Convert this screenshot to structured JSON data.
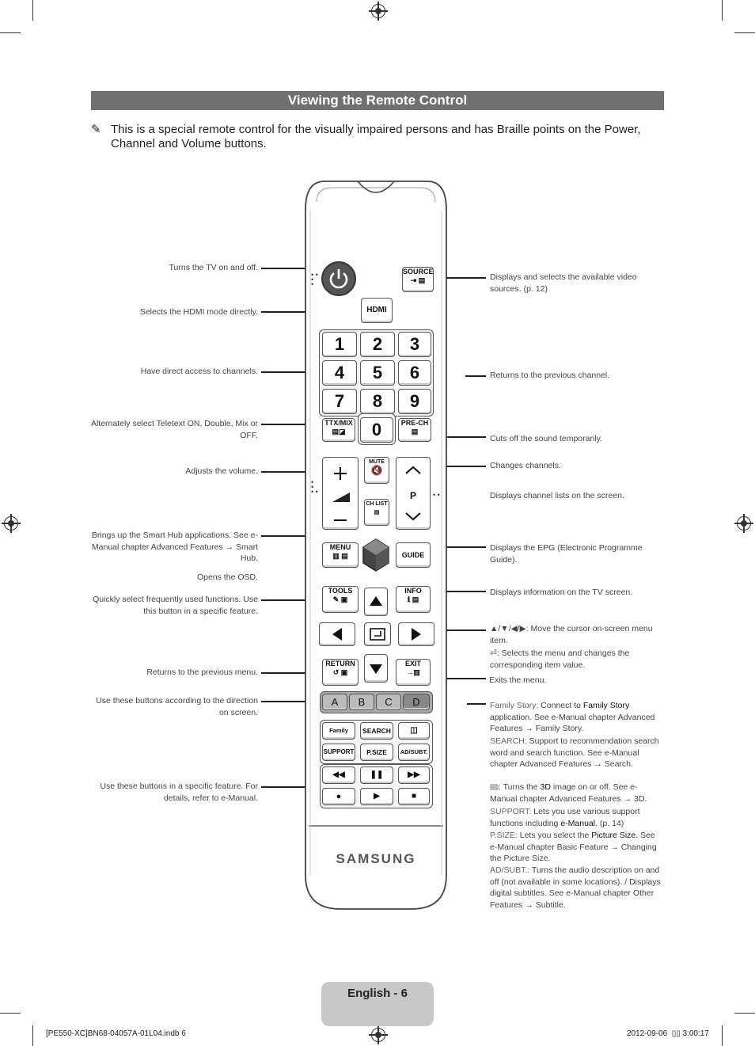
{
  "section_title": "Viewing the Remote Control",
  "note": "This is a special remote control for the visually impaired persons and has Braille points on the Power, Channel and Volume buttons.",
  "left_labels": [
    {
      "key": "power",
      "text": "Turns the TV on and off."
    },
    {
      "key": "hdmi",
      "text": "Selects the HDMI mode directly."
    },
    {
      "key": "numbers",
      "text": "Have direct access to channels."
    },
    {
      "key": "ttx",
      "text": "Alternately select Teletext ON, Double, Mix or OFF."
    },
    {
      "key": "volume",
      "text": "Adjusts the volume."
    },
    {
      "key": "smarthub",
      "text": "Brings up the Smart Hub applications. See e-Manual chapter Advanced Features → Smart Hub."
    },
    {
      "key": "menu",
      "text": "Opens the OSD."
    },
    {
      "key": "tools",
      "text": "Quickly select frequently used functions. Use this button in a specific feature."
    },
    {
      "key": "return",
      "text": "Returns to the previous menu."
    },
    {
      "key": "colour",
      "text": "Use these buttons according to the direction on screen."
    },
    {
      "key": "media",
      "text": "Use these buttons in a specific feature. For details, refer to e-Manual."
    }
  ],
  "right_labels": {
    "source": "Displays and selects the available video sources. (p. 12)",
    "prech": "Returns to the previous channel.",
    "mute": "Cuts off the sound temporarily.",
    "channel": "Changes channels.",
    "chlist": "Displays channel lists on the screen.",
    "guide": "Displays the EPG (Electronic Programme Guide).",
    "info": "Displays information on the TV screen.",
    "cursor": "▲/▼/◀/▶: Move the cursor on-screen menu item.",
    "enter": ": Selects the menu and changes the corresponding item value.",
    "exit": "Exits the menu.",
    "family_1": "Family Story:",
    "family_2": " Connect to ",
    "family_3": "Family Story",
    "family_4": " application. See e-Manual chapter Advanced Features → Family Story.",
    "search_1": "SEARCH:",
    "search_2": " Support to recommendation search word and search function. See e-Manual chapter Advanced Features → Search.",
    "3d_1": ": Turns the ",
    "3d_2": "3D",
    "3d_3": " image on or off. See e-Manual chapter Advanced Features → 3D.",
    "support_1": "SUPPORT:",
    "support_2": " Lets you use various support functions including ",
    "support_3": "e-Manual",
    "support_4": ". (p. 14)",
    "psize_1": "P.SIZE:",
    "psize_2": " Lets you select the ",
    "psize_3": "Picture Size",
    "psize_4": ". See e-Manual chapter Basic Feature → Changing the Picture Size.",
    "adsubt_1": "AD/SUBT.:",
    "adsubt_2": " Turns the audio description on and off (not available in some locations). / Displays digital subtitles. See e-Manual chapter Other Features → Subtitle."
  },
  "remote": {
    "source": "SOURCE",
    "hdmi": "HDMI",
    "numbers": [
      "1",
      "2",
      "3",
      "4",
      "5",
      "6",
      "7",
      "8",
      "9"
    ],
    "zero": "0",
    "ttx": "TTX/MIX",
    "prech": "PRE-CH",
    "mute": "MUTE",
    "chlist": "CH LIST",
    "p": "P",
    "menu": "MENU",
    "guide": "GUIDE",
    "tools": "TOOLS",
    "info": "INFO",
    "return": "RETURN",
    "exit": "EXIT",
    "colors": [
      "A",
      "B",
      "C",
      "D"
    ],
    "family": "Family Story",
    "search": "SEARCH",
    "support": "SUPPORT",
    "psize": "P.SIZE",
    "adsubt": "AD/SUBT.",
    "brand": "SAMSUNG"
  },
  "colors": {
    "accent_gray": "#707070",
    "key_a": "#c0392b",
    "key_b": "#27ae60",
    "key_c": "#f1c40f",
    "key_d": "#2e6fb7"
  },
  "footer": {
    "page": "English - 6",
    "file": "[PE550-XC]BN68-04057A-01L04.indb   6",
    "date": "2012-09-06",
    "time": "3:00:17"
  }
}
